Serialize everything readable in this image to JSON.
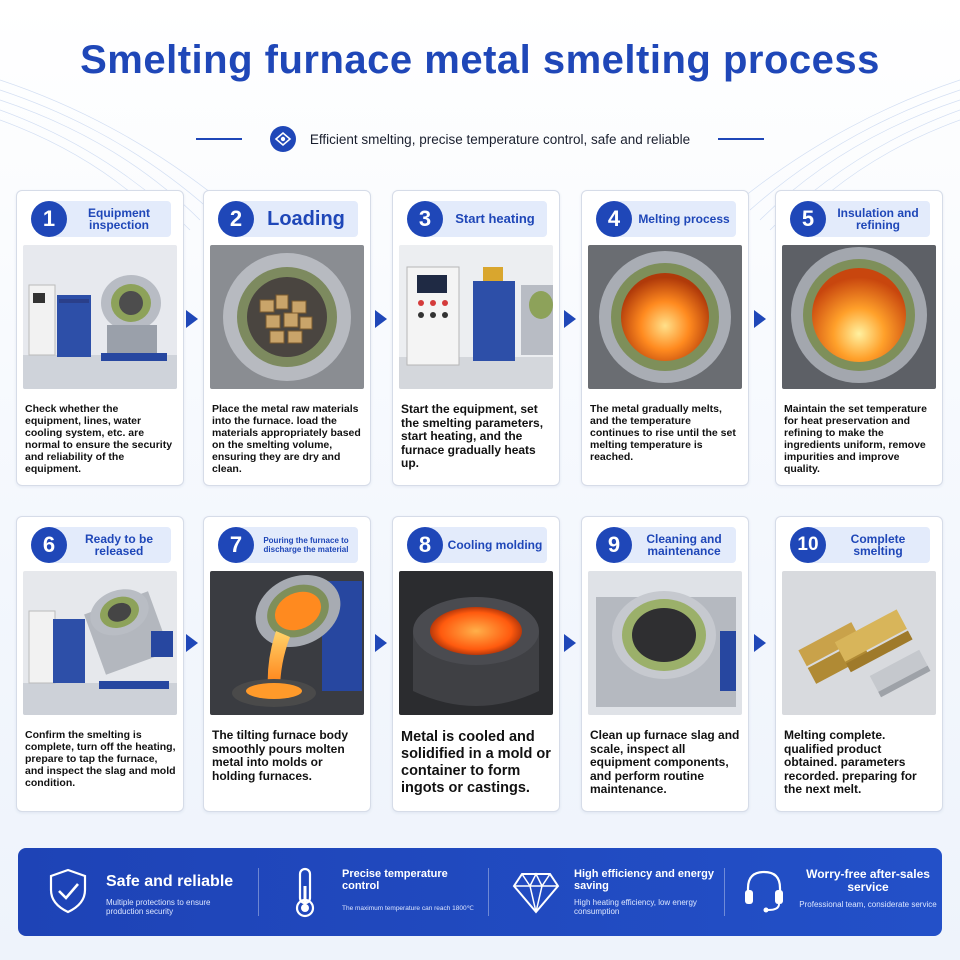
{
  "header": {
    "title": "Smelting furnace metal smelting process",
    "subtitle": "Efficient smelting, precise temperature control, safe and reliable"
  },
  "steps": [
    {
      "num": "1",
      "title": "Equipment inspection",
      "desc": "Check whether the equipment, lines, water cooling system, etc. are normal to ensure the security and reliability of the equipment.",
      "image": "furnace-equipment-photo"
    },
    {
      "num": "2",
      "title": "Loading",
      "desc": "Place the metal raw materials into the furnace. load the materials appropriately based on the smelting volume, ensuring they are dry and clean.",
      "image": "furnace-loaded-with-metal-photo"
    },
    {
      "num": "3",
      "title": "Start heating",
      "desc": "Start the equipment, set the smelting parameters, start heating, and the furnace gradually heats up.",
      "image": "control-cabinet-photo"
    },
    {
      "num": "4",
      "title": "Melting process",
      "desc": "The metal gradually melts, and the temperature continues to rise until the set melting temperature is reached.",
      "image": "molten-metal-photo"
    },
    {
      "num": "5",
      "title": "Insulation and refining",
      "desc": "Maintain the set temperature for heat preservation and refining to make the ingredients uniform, remove impurities and improve quality.",
      "image": "glowing-furnace-photo"
    },
    {
      "num": "6",
      "title": "Ready to be released",
      "desc": "Confirm the smelting is complete, turn off the heating, prepare to tap the furnace, and inspect the slag and mold condition.",
      "image": "tilting-furnace-photo"
    },
    {
      "num": "7",
      "title": "Pouring the furnace to discharge the material",
      "desc": "The tilting furnace body smoothly pours molten metal into molds or holding furnaces.",
      "image": "pouring-metal-photo"
    },
    {
      "num": "8",
      "title": "Cooling molding",
      "desc": "Metal is cooled and solidified in a mold or container to form ingots or castings.",
      "image": "cooling-mold-photo"
    },
    {
      "num": "9",
      "title": "Cleaning and maintenance",
      "desc": "Clean up furnace slag and scale, inspect all equipment components, and perform routine maintenance.",
      "image": "clean-furnace-photo"
    },
    {
      "num": "10",
      "title": "Complete smelting",
      "desc": "Melting complete. qualified product obtained. parameters recorded. preparing for the next melt.",
      "image": "metal-ingots-photo"
    }
  ],
  "features": [
    {
      "icon": "shield-check-icon",
      "title": "Safe and reliable",
      "sub": "Multiple protections to ensure production security"
    },
    {
      "icon": "thermometer-icon",
      "title": "Precise temperature control",
      "sub": "The maximum temperature can reach 1800℃"
    },
    {
      "icon": "diamond-icon",
      "title": "High efficiency and energy saving",
      "sub": "High heating efficiency, low energy consumption"
    },
    {
      "icon": "headset-icon",
      "title": "Worry-free after-sales service",
      "sub": "Professional team, considerate service"
    }
  ],
  "colors": {
    "brand": "#1f47b8",
    "pill": "#e3ebfb",
    "molten": "#ff7a1a"
  }
}
